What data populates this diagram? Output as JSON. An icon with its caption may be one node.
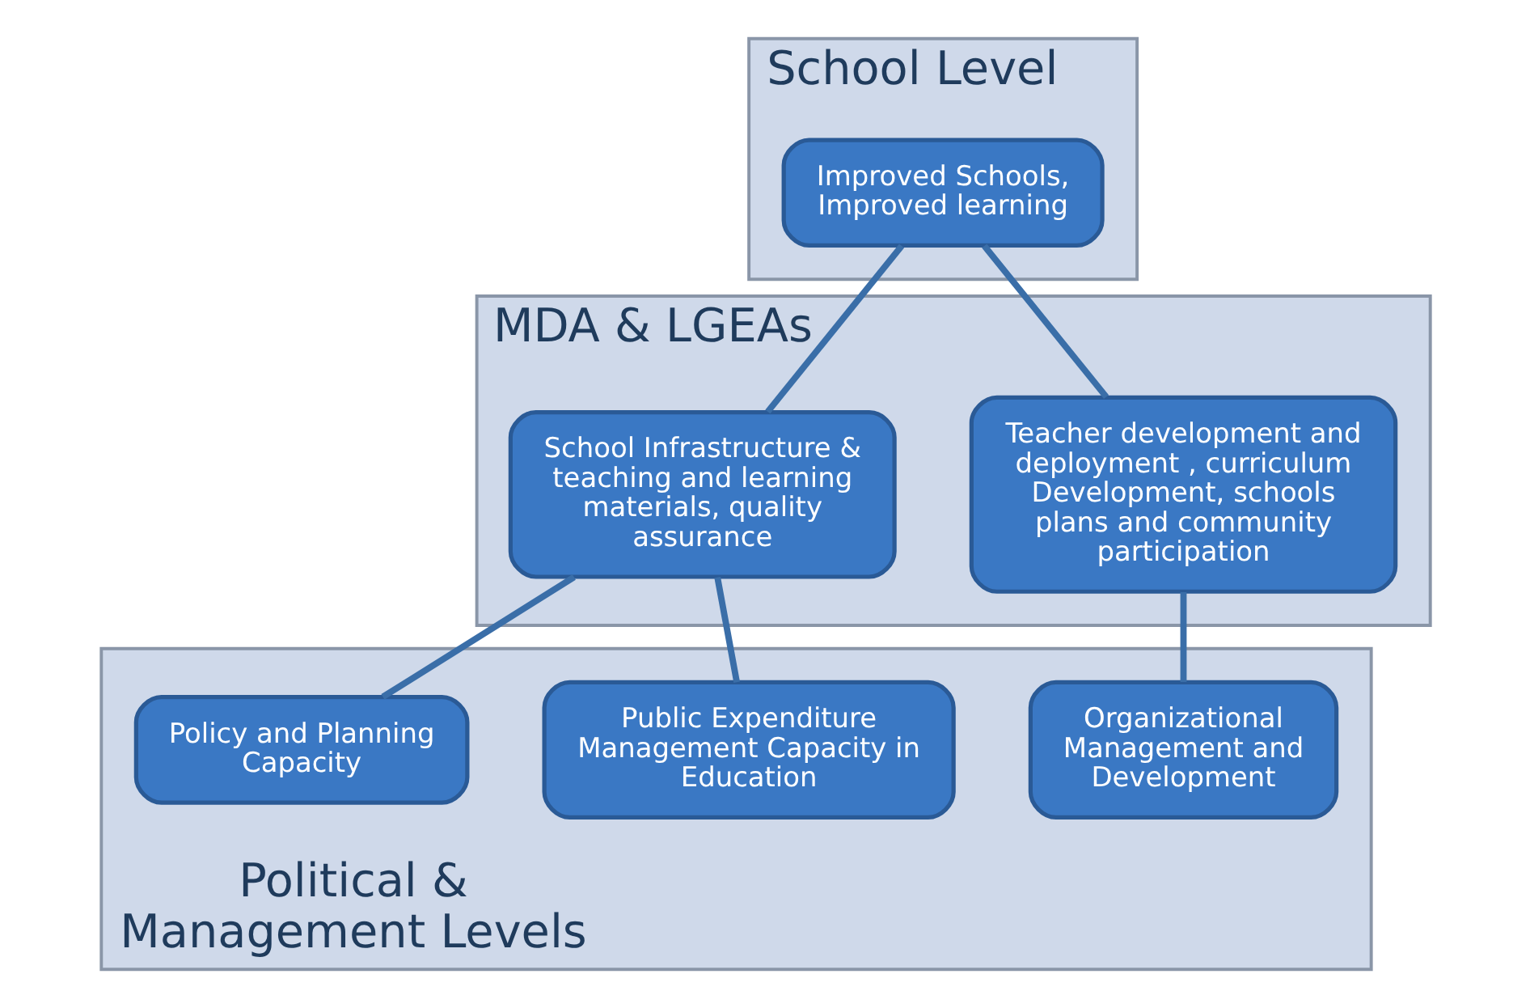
{
  "diagram": {
    "nodes": [
      {
        "text": [
          "School Level"
        ]
      },
      {
        "text": [
          "Improved Schools, Improved learning"
        ],
        "in": 0
      },
      {
        "text": [
          "MDA & LGEAs"
        ]
      },
      {
        "text": [
          "School Infrastructure & teaching and learning materials, quality assurance"
        ],
        "in": 2
      },
      {
        "text": [
          "Teacher development and deployment , curriculum Development, schools plans and community participation"
        ],
        "in": 2
      },
      {
        "text": [
          "Political & Management Levels"
        ]
      },
      {
        "text": [
          "Policy and Planning Capacity"
        ],
        "in": 5
      },
      {
        "text": [
          "Public Expenditure Management Capacity in Education"
        ],
        "in": 5
      },
      {
        "text": [
          "Organizational Management and Development"
        ],
        "in": 5
      }
    ],
    "edges": [
      {
        "from": 1,
        "to": 3,
        "arrow": "none"
      },
      {
        "from": 1,
        "to": 4,
        "arrow": "none"
      },
      {
        "from": 3,
        "to": 6,
        "arrow": "none"
      },
      {
        "from": 3,
        "to": 7,
        "arrow": "none"
      },
      {
        "from": 4,
        "to": 8,
        "arrow": "none"
      }
    ]
  }
}
